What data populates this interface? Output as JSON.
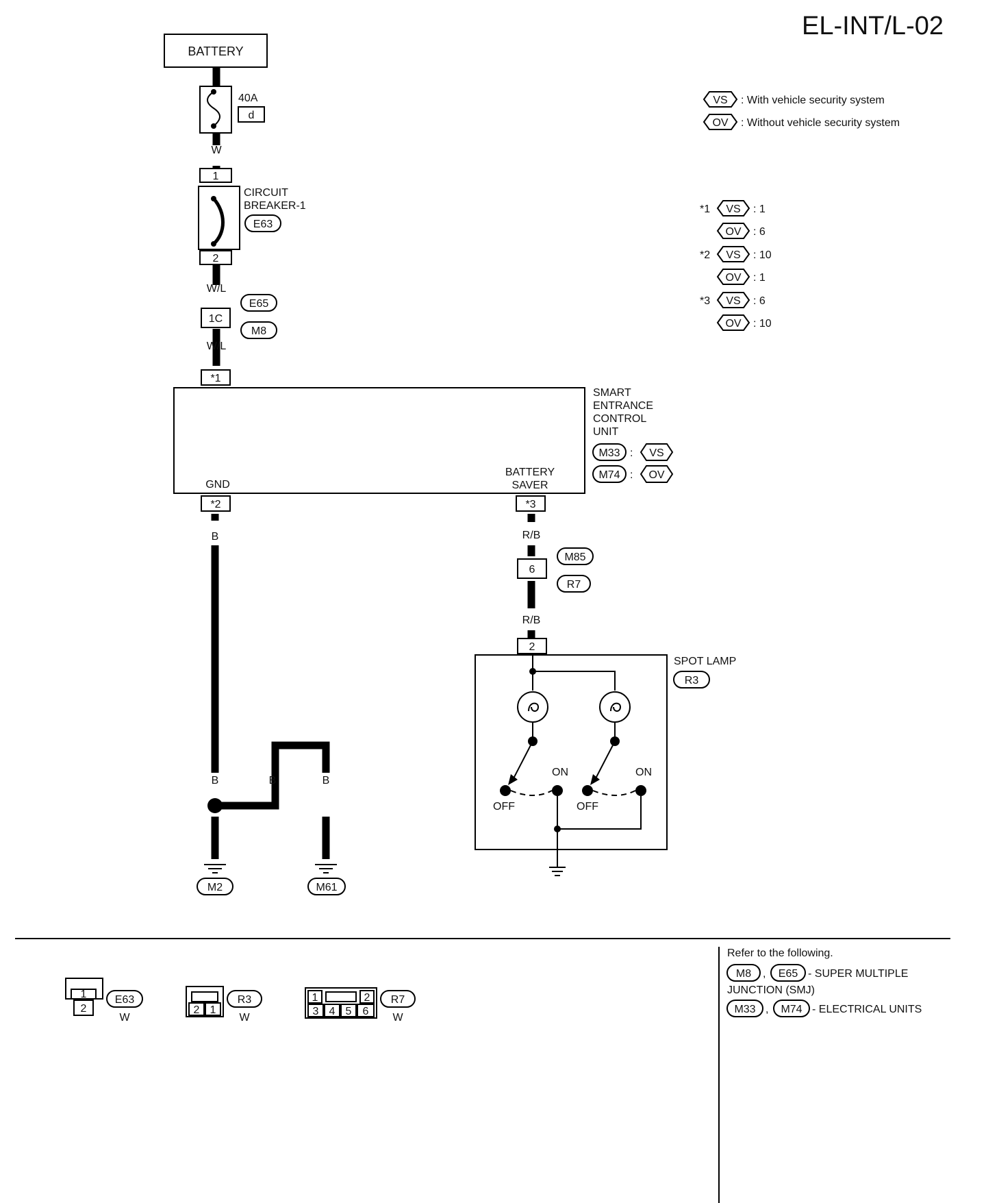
{
  "page_code": "EL-INT/L-02",
  "battery": "BATTERY",
  "fuse": {
    "rating": "40A",
    "letter": "d"
  },
  "legend": [
    {
      "code": "VS",
      "text": ": With vehicle security system"
    },
    {
      "code": "OV",
      "text": ": Without vehicle security system"
    }
  ],
  "variants": [
    {
      "mark": "*1",
      "code": "VS",
      "value": ": 1"
    },
    {
      "mark": "",
      "code": "OV",
      "value": ": 6"
    },
    {
      "mark": "*2",
      "code": "VS",
      "value": ": 10"
    },
    {
      "mark": "",
      "code": "OV",
      "value": ": 1"
    },
    {
      "mark": "*3",
      "code": "VS",
      "value": ": 6"
    },
    {
      "mark": "",
      "code": "OV",
      "value": ": 10"
    }
  ],
  "wires": {
    "w": "W",
    "wl1": "W/L",
    "wl2": "W/L",
    "b1": "B",
    "b2": "B",
    "b3": "B",
    "b4": "B",
    "rb1": "R/B",
    "rb2": "R/B"
  },
  "breaker": {
    "line1": "CIRCUIT",
    "line2": "BREAKER-1",
    "connector": "E63",
    "pin_in": "1",
    "pin_out": "2"
  },
  "joint": {
    "pin": "1C",
    "conn_a": "E65",
    "conn_b": "M8"
  },
  "control_unit": {
    "line1": "SMART",
    "line2": "ENTRANCE",
    "line3": "CONTROL",
    "line4": "UNIT",
    "conn_vs": "M33",
    "conn_ov": "M74",
    "vs": "VS",
    "ov": "OV",
    "colon": ":",
    "pin_in": "*1",
    "pin_gnd": "*2",
    "pin_saver": "*3",
    "gnd_label": "GND",
    "saver_line1": "BATTERY",
    "saver_line2": "SAVER"
  },
  "joint2": {
    "pin": "6",
    "conn_a": "M85",
    "conn_b": "R7"
  },
  "spot_lamp": {
    "name": "SPOT LAMP",
    "connector": "R3",
    "pin": "2",
    "on": "ON",
    "off": "OFF"
  },
  "grounds": [
    "M2",
    "M61"
  ],
  "connector_views": [
    {
      "code": "E63",
      "color": "W",
      "pins": [
        "1",
        "2"
      ]
    },
    {
      "code": "R3",
      "color": "W",
      "pins": [
        "2",
        "1"
      ]
    },
    {
      "code": "R7",
      "color": "W",
      "pins": [
        "1",
        "2",
        "3",
        "4",
        "5",
        "6"
      ]
    }
  ],
  "references": {
    "intro": "Refer to the following.",
    "line1_a": "M8",
    "line1_sep": ",",
    "line1_b": "E65",
    "line1_text": "- SUPER MULTIPLE",
    "line2_text": "JUNCTION (SMJ)",
    "line3_a": "M33",
    "line3_sep": ",",
    "line3_b": "M74",
    "line3_text": "- ELECTRICAL UNITS"
  }
}
